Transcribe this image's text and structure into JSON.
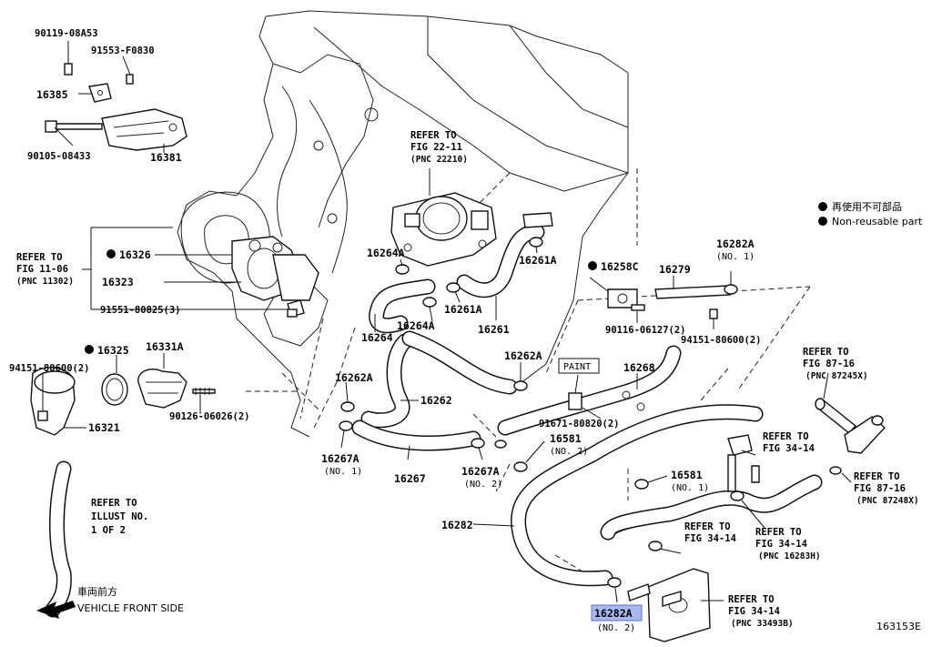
{
  "legend": {
    "non_reusable_jp": "再使用不可部品",
    "non_reusable_en": "Non-reusable part"
  },
  "direction": {
    "jp": "車両前方",
    "en": "VEHICLE FRONT SIDE"
  },
  "figure_id": "163153E",
  "highlighted_part": "16282A",
  "parts": {
    "p90119": "90119-08A53",
    "p91553": "91553-F0830",
    "p16385": "16385",
    "p90105": "90105-08433",
    "p16381": "16381",
    "p16326": "16326",
    "p16323": "16323",
    "p91551": "91551-80825(3)",
    "p16325": "16325",
    "p16331A": "16331A",
    "p94151a": "94151-80600(2)",
    "p16321": "16321",
    "p90126": "90126-06026(2)",
    "p16264A_1": "16264A",
    "p16264A_2": "16264A",
    "p16264": "16264",
    "p16261A_1": "16261A",
    "p16261A_2": "16261A",
    "p16261": "16261",
    "p16258C": "16258C",
    "p16279": "16279",
    "p16282A_1": "16282A",
    "p16282A_1_no": "(NO. 1)",
    "p90116": "90116-06127(2)",
    "p94151b": "94151-80600(2)",
    "p16262A_1": "16262A",
    "p16262A_2": "16262A",
    "p16262": "16262",
    "p16268": "16268",
    "paint": "PAINT",
    "p91671": "91671-80820(2)",
    "p16267A_1": "16267A",
    "p16267A_1_no": "(NO. 1)",
    "p16267A_2": "16267A",
    "p16267A_2_no": "(NO. 2)",
    "p16267": "16267",
    "p16581_1": "16581",
    "p16581_1_no": "(NO. 2)",
    "p16581_2": "16581",
    "p16581_2_no": "(NO. 1)",
    "p16282": "16282",
    "p16282A_2": "16282A",
    "p16282A_2_no": "(NO. 2)"
  },
  "refs": {
    "fig22_l1": "REFER TO",
    "fig22_l2": "FIG 22-11",
    "fig22_l3": "(PNC 22210)",
    "fig11_l1": "REFER TO",
    "fig11_l2": "FIG 11-06",
    "fig11_l3": "(PNC 11302)",
    "fig87a_l1": "REFER TO",
    "fig87a_l2": "FIG 87-16",
    "fig87a_l3": "(PNC 87245X)",
    "fig34a_l1": "REFER TO",
    "fig34a_l2": "FIG 34-14",
    "fig87b_l1": "REFER TO",
    "fig87b_l2": "FIG 87-16",
    "fig87b_l3": "(PNC 87248X)",
    "illust_l1": "REFER TO",
    "illust_l2": "ILLUST NO.",
    "illust_l3": "1 OF 2",
    "fig34b_l1": "REFER TO",
    "fig34b_l2": "FIG 34-14",
    "fig34c_l1": "REFER TO",
    "fig34c_l2": "FIG 34-14",
    "fig34c_l3": "(PNC 16283H)",
    "fig34d_l1": "REFER TO",
    "fig34d_l2": "FIG 34-14",
    "fig34d_l3": "(PNC 33493B)"
  }
}
